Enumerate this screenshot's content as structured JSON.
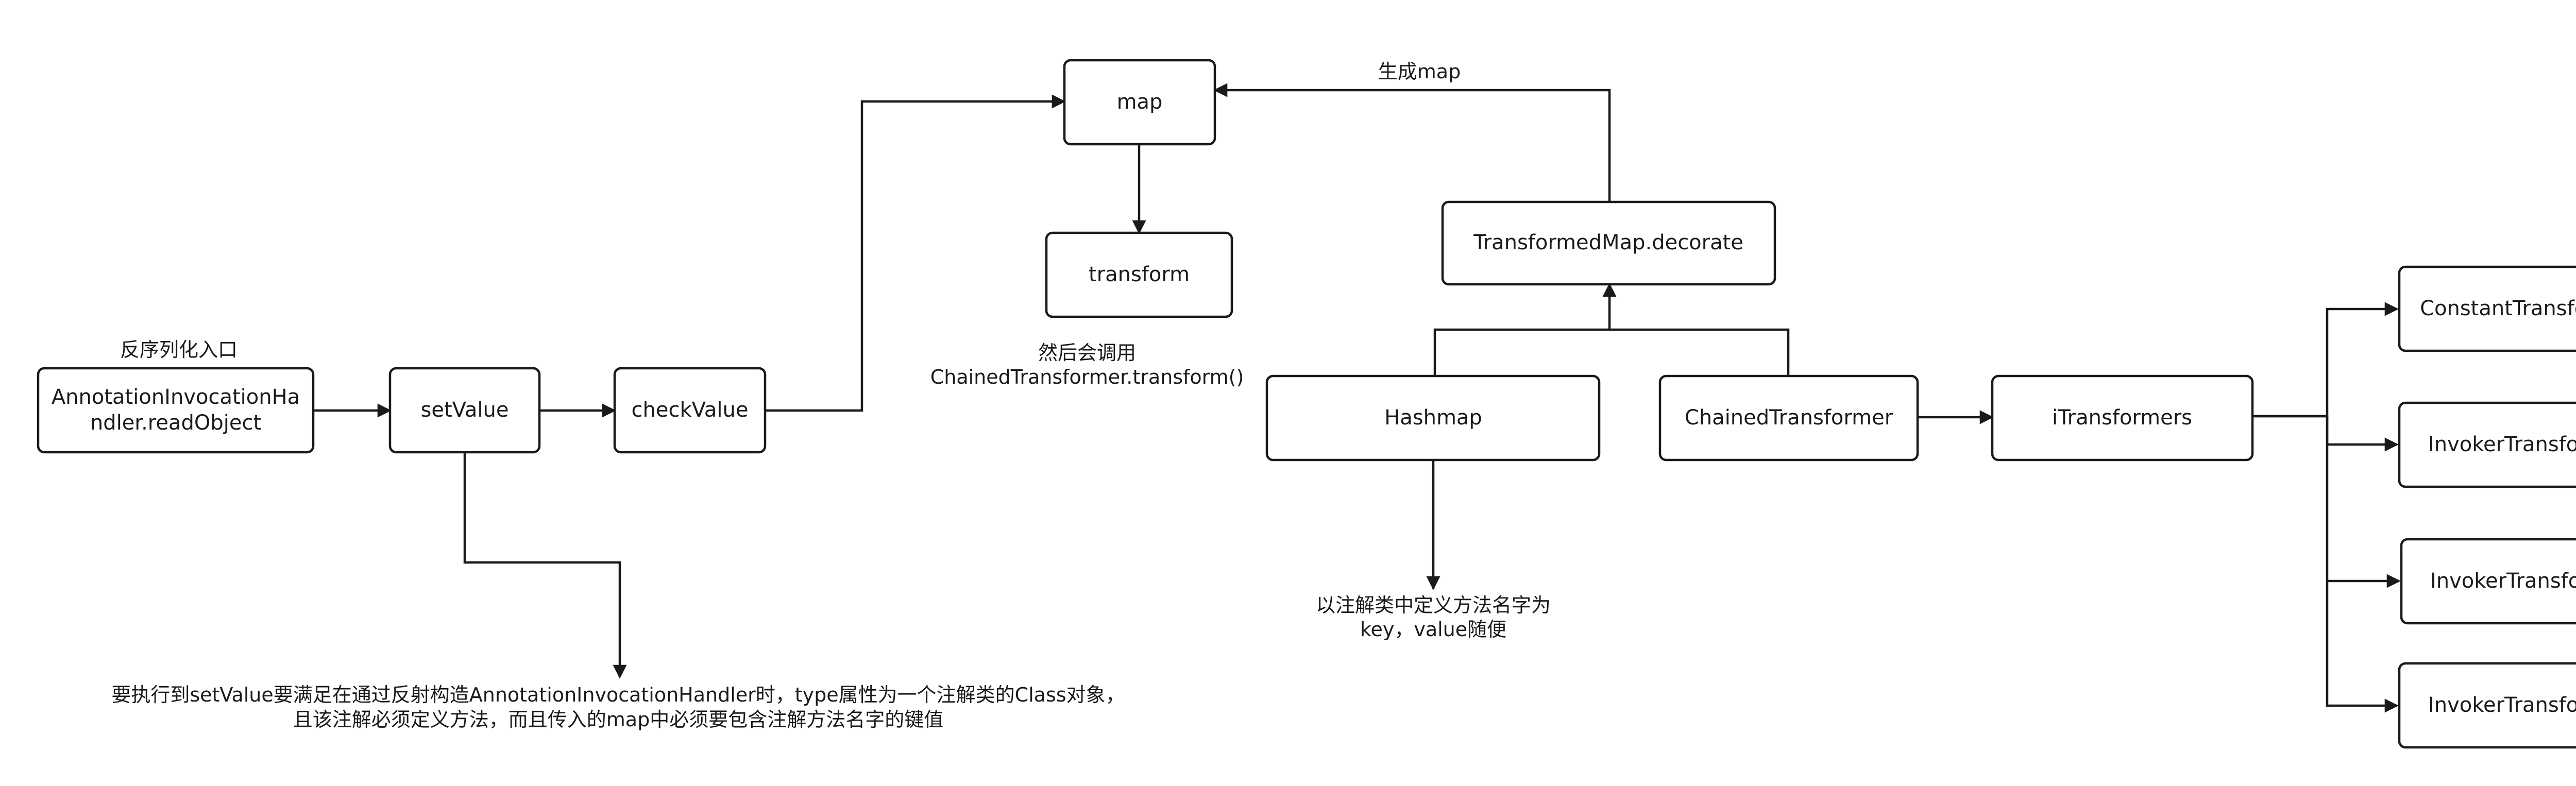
{
  "nodes": {
    "entry": {
      "line1": "AnnotationInvocationHa",
      "line2": "ndler.readObject"
    },
    "set_value": {
      "label": "setValue"
    },
    "check_value": {
      "label": "checkValue"
    },
    "map": {
      "label": "map"
    },
    "transform": {
      "label": "transform"
    },
    "transformed_map_decorate": {
      "label": "TransformedMap.decorate"
    },
    "hashmap": {
      "label": "Hashmap"
    },
    "chained_transformer": {
      "label": "ChainedTransformer"
    },
    "itransformers": {
      "label": "iTransformers"
    },
    "constant_transformer": {
      "label": "ConstantTransformer"
    },
    "invoker_transformer_1": {
      "label": "InvokerTransformer"
    },
    "invoker_transformer_2": {
      "label": "InvokerTransformer"
    },
    "invoker_transformer_3": {
      "label": "InvokerTransformer"
    }
  },
  "labels": {
    "entry_caption": "反序列化入口",
    "generate_map": "生成map",
    "then_call_line1": "然后会调用",
    "then_call_line2": "ChainedTransformer.transform()",
    "key_note_line1": "以注解类中定义方法名字为",
    "key_note_line2": "key，value随便",
    "condition_line1": "要执行到setValue要满足在通过反射构造AnnotationInvocationHandler时，type属性为一个注解类的Class对象，",
    "condition_line2": "且该注解必须定义方法，而且传入的map中必须要包含注解方法名字的键值"
  },
  "colors": {
    "stroke": "#1a1a1a",
    "background": "#ffffff"
  }
}
